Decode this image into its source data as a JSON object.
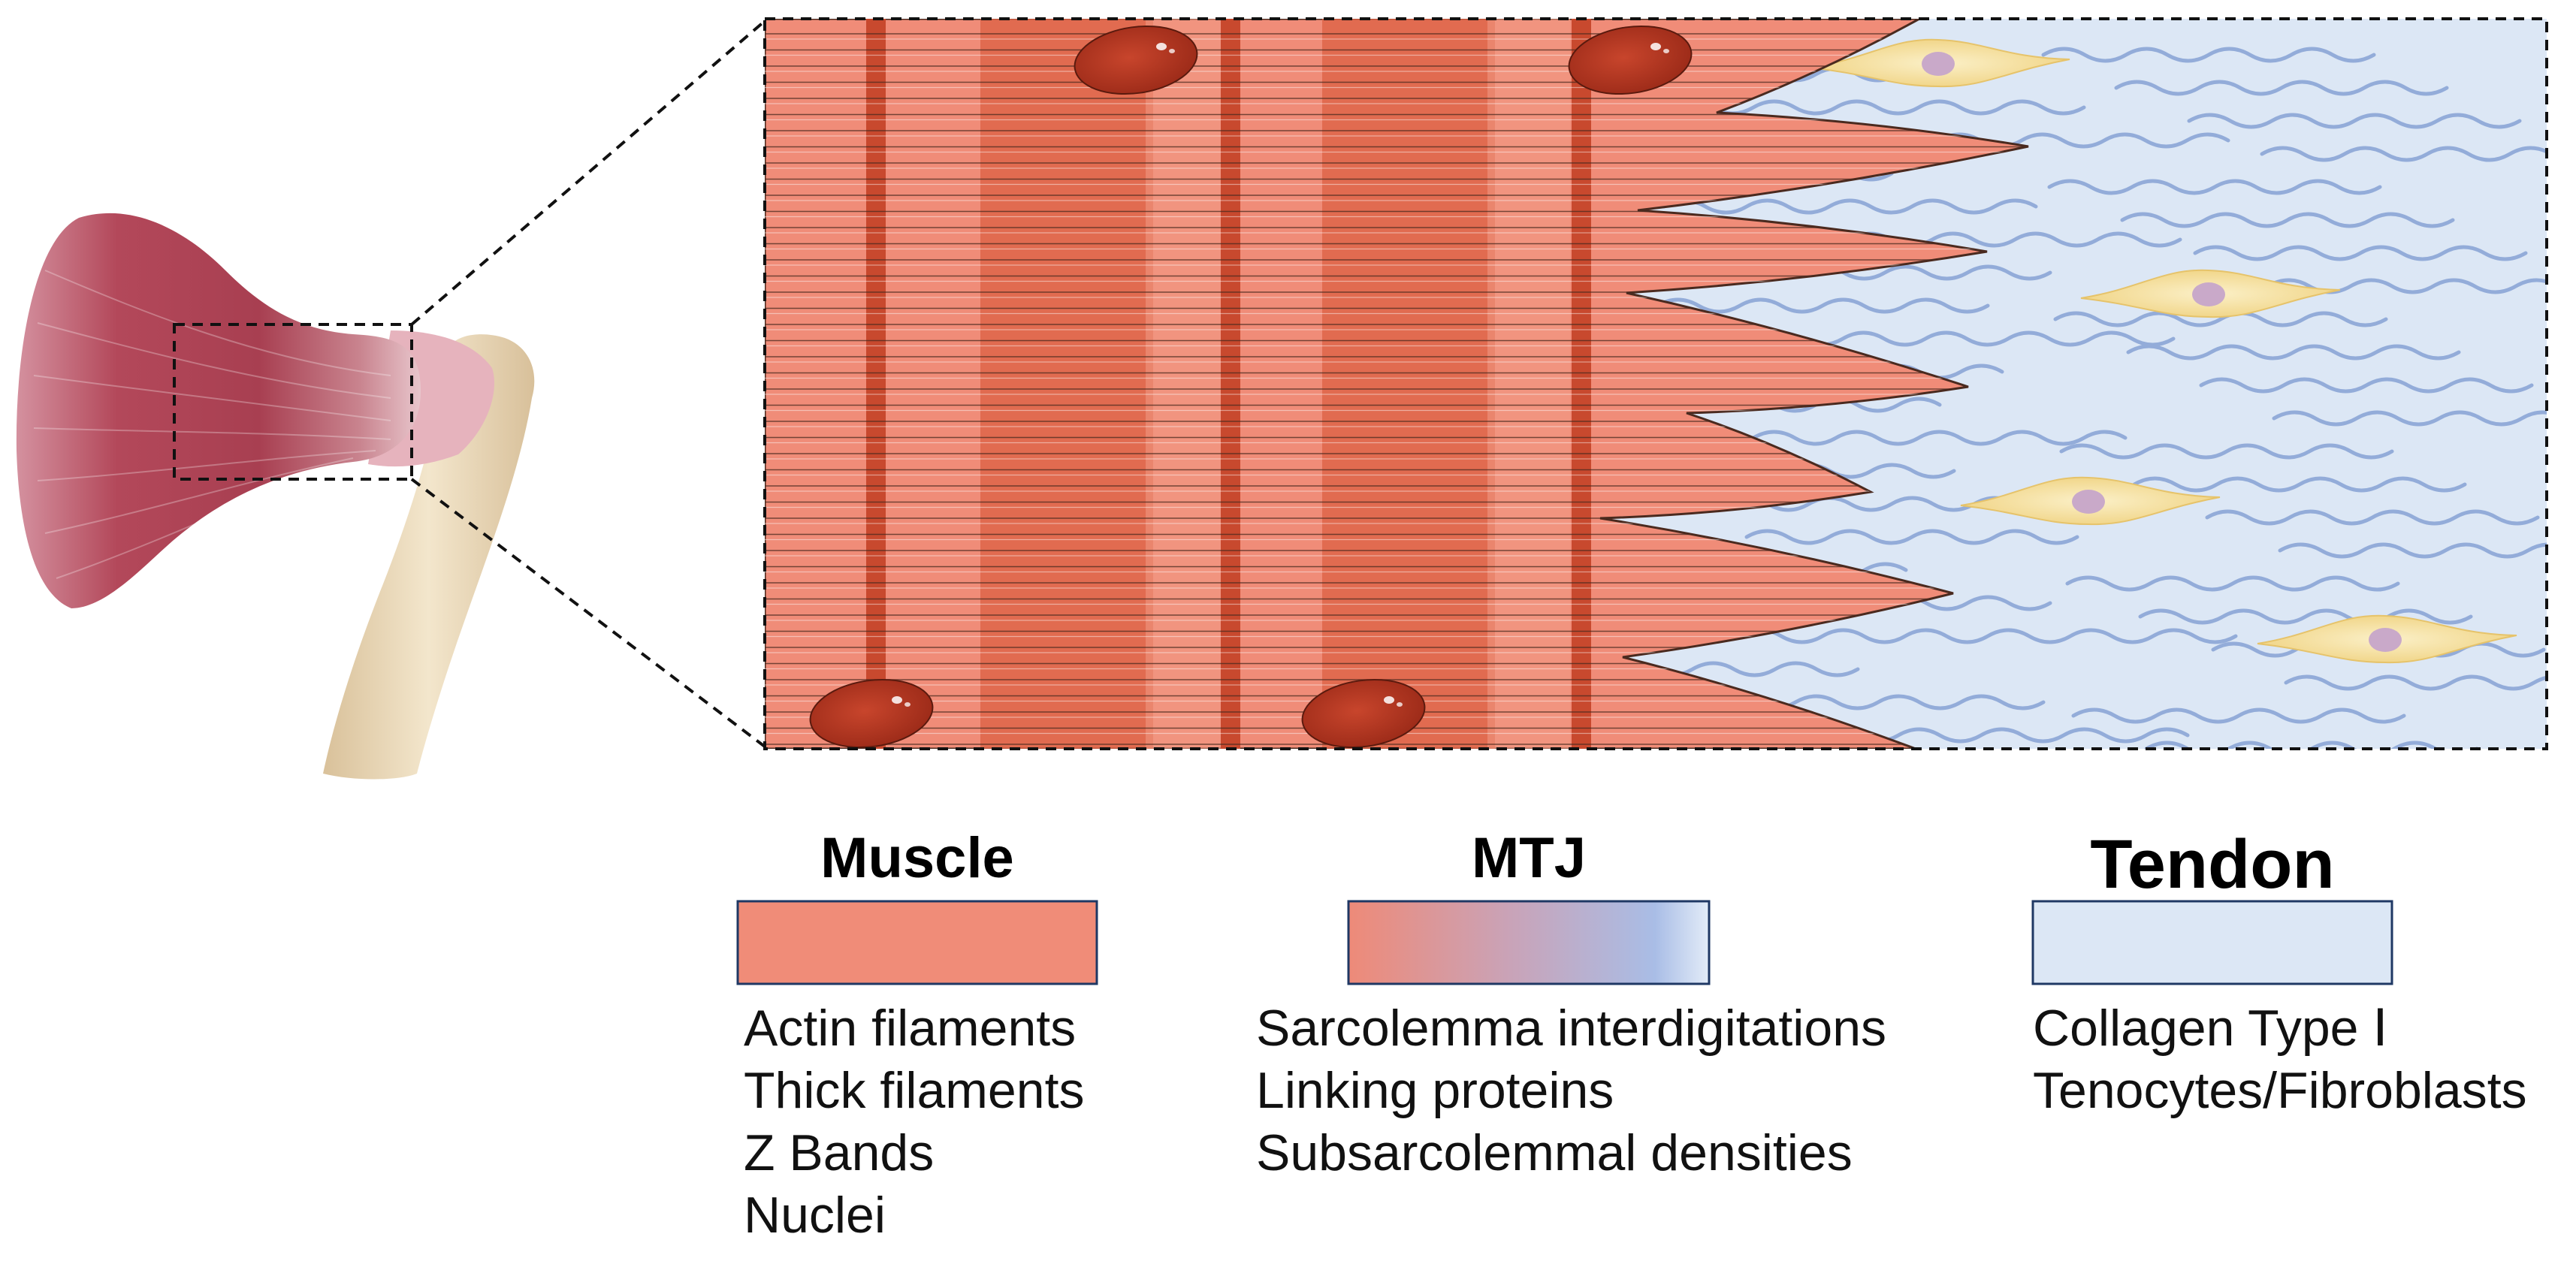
{
  "legend": {
    "muscle": {
      "title": "Muscle",
      "color": "#f08c78",
      "items": [
        "Actin filaments",
        "Thick filaments",
        "Z Bands",
        "Nuclei"
      ]
    },
    "mtj": {
      "title": "MTJ",
      "gradient": [
        "#ee8a78",
        "#a9bde6",
        "#e3ecf8"
      ],
      "items": [
        "Sarcolemma interdigitations",
        "Linking proteins",
        "Subsarcolemmal densities"
      ]
    },
    "tendon": {
      "title": "Tendon",
      "color": "#dce7f5",
      "items": [
        "Collagen Type Ⅰ",
        "Tenocytes/Fibroblasts"
      ]
    }
  },
  "colors": {
    "muscle_fiber": "#f08c78",
    "sarcomere_band": "#dc6245",
    "z_band": "#c8492e",
    "nucleus": "#b03420",
    "tendon_bg": "#dce7f5",
    "collagen_wave": "#93acd9",
    "tenocyte": "#f7e3a6",
    "tenocyte_nucleus": "#c9a9c9",
    "whole_muscle": "#b3485a",
    "bone": "#eddcbe"
  }
}
